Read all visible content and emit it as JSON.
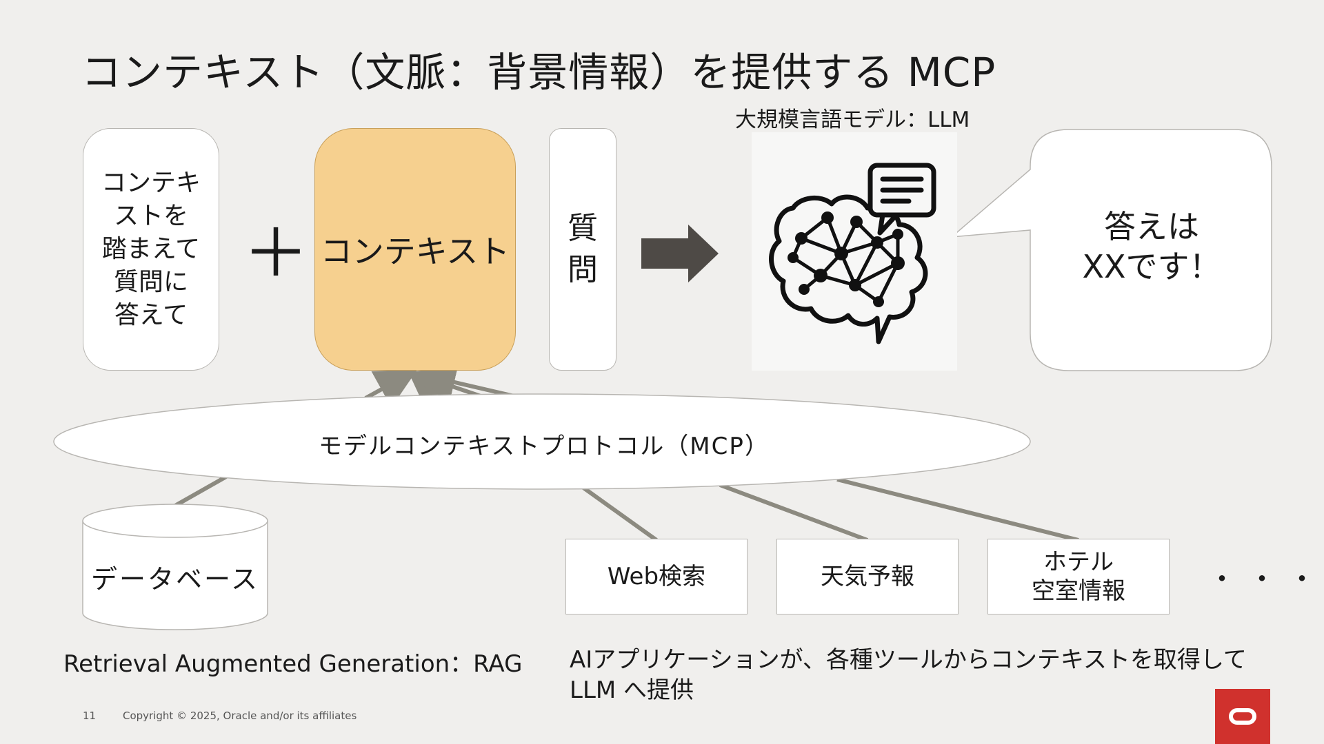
{
  "slide": {
    "title": "コンテキスト（文脈：背景情報）を提供する MCP",
    "llm_label": "大規模言語モデル：LLM",
    "instruction_lines": [
      "コンテキ",
      "ストを",
      "踏まえて",
      "質問に",
      "答えて"
    ],
    "plus": "＋",
    "context_label": "コンテキスト",
    "question_lines": [
      "質",
      "問"
    ],
    "answer_lines": [
      "答えは",
      "XXです！"
    ],
    "mcp_label": "モデルコンテキストプロトコル（MCP）",
    "database_label": "データベース",
    "tools": {
      "web_search": "Web検索",
      "weather": "天気予報",
      "hotel_line1": "ホテル",
      "hotel_line2": "空室情報"
    },
    "more": "・・・",
    "rag_caption": "Retrieval Augmented Generation：RAG",
    "ai_caption_line1": "AIアプリケーションが、各種ツールからコンテキストを取得して",
    "ai_caption_line2": "LLM へ提供",
    "page_number": "11",
    "copyright": "Copyright © 2025, Oracle and/or its affiliates"
  },
  "icons": {
    "llm": "brain-network-chat-icon",
    "arrow": "right-arrow-icon",
    "logo": "oracle-logo-icon"
  },
  "colors": {
    "background": "#f0efed",
    "context_fill": "#f6d08f",
    "arrow": "#4e4a46",
    "connector": "#8c8a80",
    "brand": "#d0312d"
  }
}
